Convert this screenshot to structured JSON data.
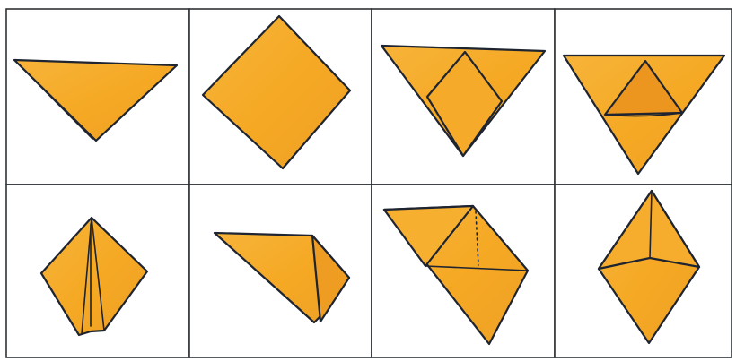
{
  "colors": {
    "paper": "#f5a823",
    "paper_light": "#f8b838",
    "paper_shadow": "#e58d1c",
    "outline": "#1e2430",
    "panel_border": "#2f3336"
  },
  "diagram": {
    "kind": "origami-folding-steps",
    "rows": 2,
    "columns": 4,
    "steps": [
      {
        "step": 1,
        "shape": "folded-triangle"
      },
      {
        "step": 2,
        "shape": "square-diamond"
      },
      {
        "step": 3,
        "shape": "triangle-with-center-fold"
      },
      {
        "step": 4,
        "shape": "triangle-with-inner-triangle"
      },
      {
        "step": 5,
        "shape": "narrow-kite"
      },
      {
        "step": 6,
        "shape": "folded-flap"
      },
      {
        "step": 7,
        "shape": "triangle-with-folded-flap"
      },
      {
        "step": 8,
        "shape": "vertical-diamond"
      }
    ]
  }
}
